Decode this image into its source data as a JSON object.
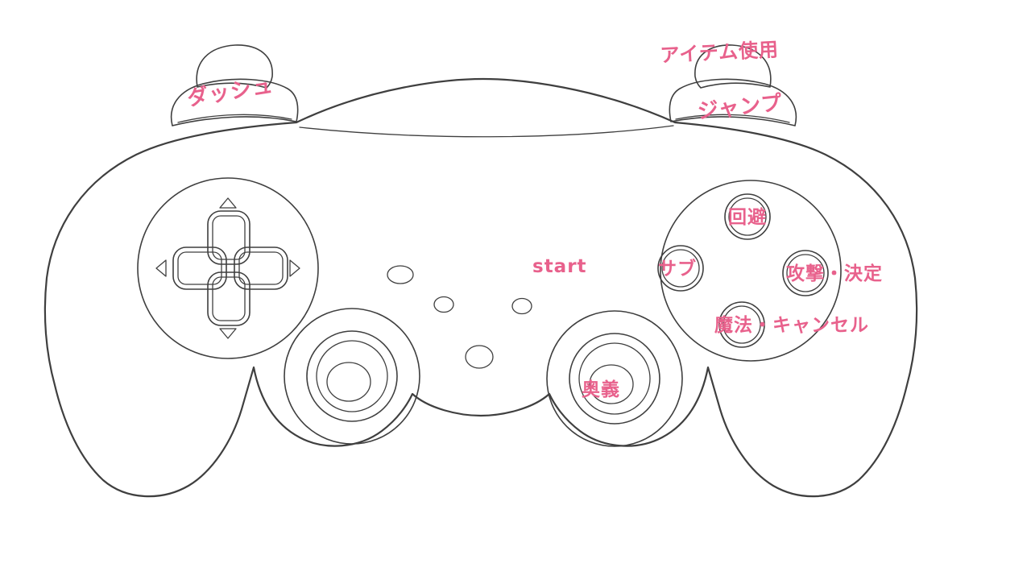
{
  "colors": {
    "label": "#e8618c",
    "line": "#3f3f3f",
    "background": "#ffffff"
  },
  "controller": {
    "labels": {
      "left_shoulder": "ダッシュ",
      "item_use": "アイテム使用",
      "right_shoulder": "ジャンプ",
      "face_top": "回避",
      "face_left": "サブ",
      "face_right": "攻撃・決定",
      "face_bottom": "魔法・キャンセル",
      "start": "start",
      "right_stick": "奥義"
    }
  }
}
